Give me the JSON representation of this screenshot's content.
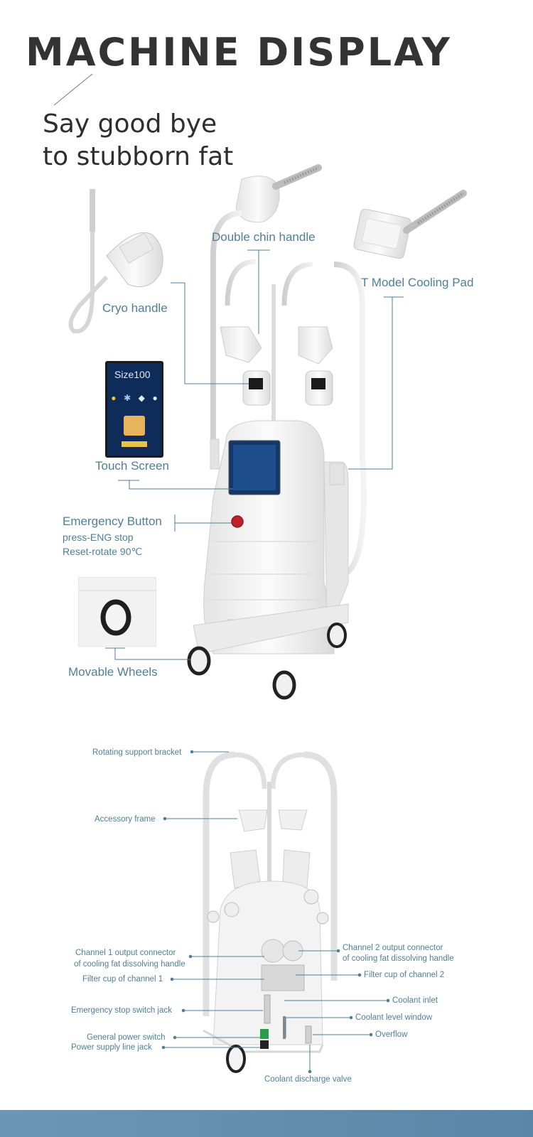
{
  "header": {
    "title": "MACHINE DISPLAY",
    "tagline_line1": "Say good bye",
    "tagline_line2": "to stubborn fat"
  },
  "top_labels": {
    "double_chin": "Double chin handle",
    "t_model": "T Model Cooling Pad",
    "cryo": "Cryo handle",
    "touch_screen": "Touch Screen",
    "emergency": "Emergency Button",
    "emergency_sub1": "press-ENG stop",
    "emergency_sub2": "Reset-rotate 90℃",
    "wheels": "Movable Wheels"
  },
  "screen_card": {
    "brand": "Size100"
  },
  "bottom_labels": {
    "rotating": "Rotating support bracket",
    "accessory": "Accessory frame",
    "ch1_output_1": "Channel 1 output connector",
    "ch1_output_2": "of cooling fat dissolving handle",
    "filter1": "Filter cup of channel 1",
    "estop_jack": "Emergency stop switch jack",
    "power_switch": "General power switch",
    "power_jack": "Power supply line jack",
    "ch2_output_1": "Channel 2 output connector",
    "ch2_output_2": "of cooling fat dissolving handle",
    "filter2": "Filter cup of channel 2",
    "coolant_inlet": "Coolant inlet",
    "coolant_level": "Coolant level window",
    "overflow": "Overflow",
    "discharge": "Coolant discharge valve"
  },
  "colors": {
    "label": "#4f7f98",
    "title": "#333333",
    "footer": "#6c97b4",
    "emergency_red": "#c0202a"
  }
}
